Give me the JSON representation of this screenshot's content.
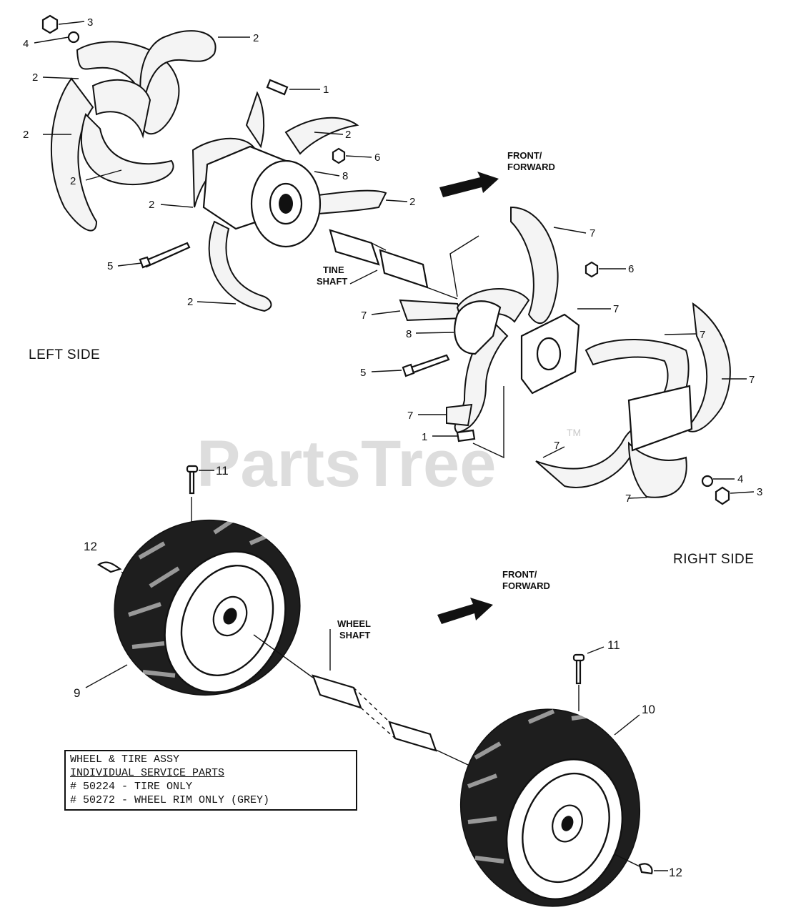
{
  "watermark": {
    "text": "PartsTree",
    "tm": "TM"
  },
  "sides": {
    "left": "LEFT SIDE",
    "right": "RIGHT SIDE"
  },
  "direction": {
    "front_forward_line1": "FRONT/",
    "front_forward_line2": "FORWARD"
  },
  "shaft_labels": {
    "tine_line1": "TINE",
    "tine_line2": "SHAFT",
    "wheel_line1": "WHEEL",
    "wheel_line2": "SHAFT"
  },
  "callouts": {
    "left": [
      {
        "num": "3"
      },
      {
        "num": "4"
      },
      {
        "num": "2"
      },
      {
        "num": "2"
      },
      {
        "num": "1"
      },
      {
        "num": "2"
      },
      {
        "num": "2"
      },
      {
        "num": "6"
      },
      {
        "num": "8"
      },
      {
        "num": "2"
      },
      {
        "num": "2"
      },
      {
        "num": "2"
      },
      {
        "num": "5"
      },
      {
        "num": "2"
      }
    ],
    "right": [
      {
        "num": "7"
      },
      {
        "num": "6"
      },
      {
        "num": "7"
      },
      {
        "num": "7"
      },
      {
        "num": "8"
      },
      {
        "num": "7"
      },
      {
        "num": "7"
      },
      {
        "num": "5"
      },
      {
        "num": "7"
      },
      {
        "num": "1"
      },
      {
        "num": "7"
      },
      {
        "num": "4"
      },
      {
        "num": "3"
      },
      {
        "num": "7"
      }
    ],
    "wheels": [
      {
        "num": "11"
      },
      {
        "num": "12"
      },
      {
        "num": "9"
      },
      {
        "num": "11"
      },
      {
        "num": "10"
      },
      {
        "num": "12"
      }
    ]
  },
  "service_box": {
    "line1": "WHEEL & TIRE ASSY",
    "line2": "INDIVIDUAL SERVICE PARTS",
    "line3": "# 50224 - TIRE ONLY",
    "line4": "# 50272 - WHEEL RIM ONLY (GREY)"
  }
}
